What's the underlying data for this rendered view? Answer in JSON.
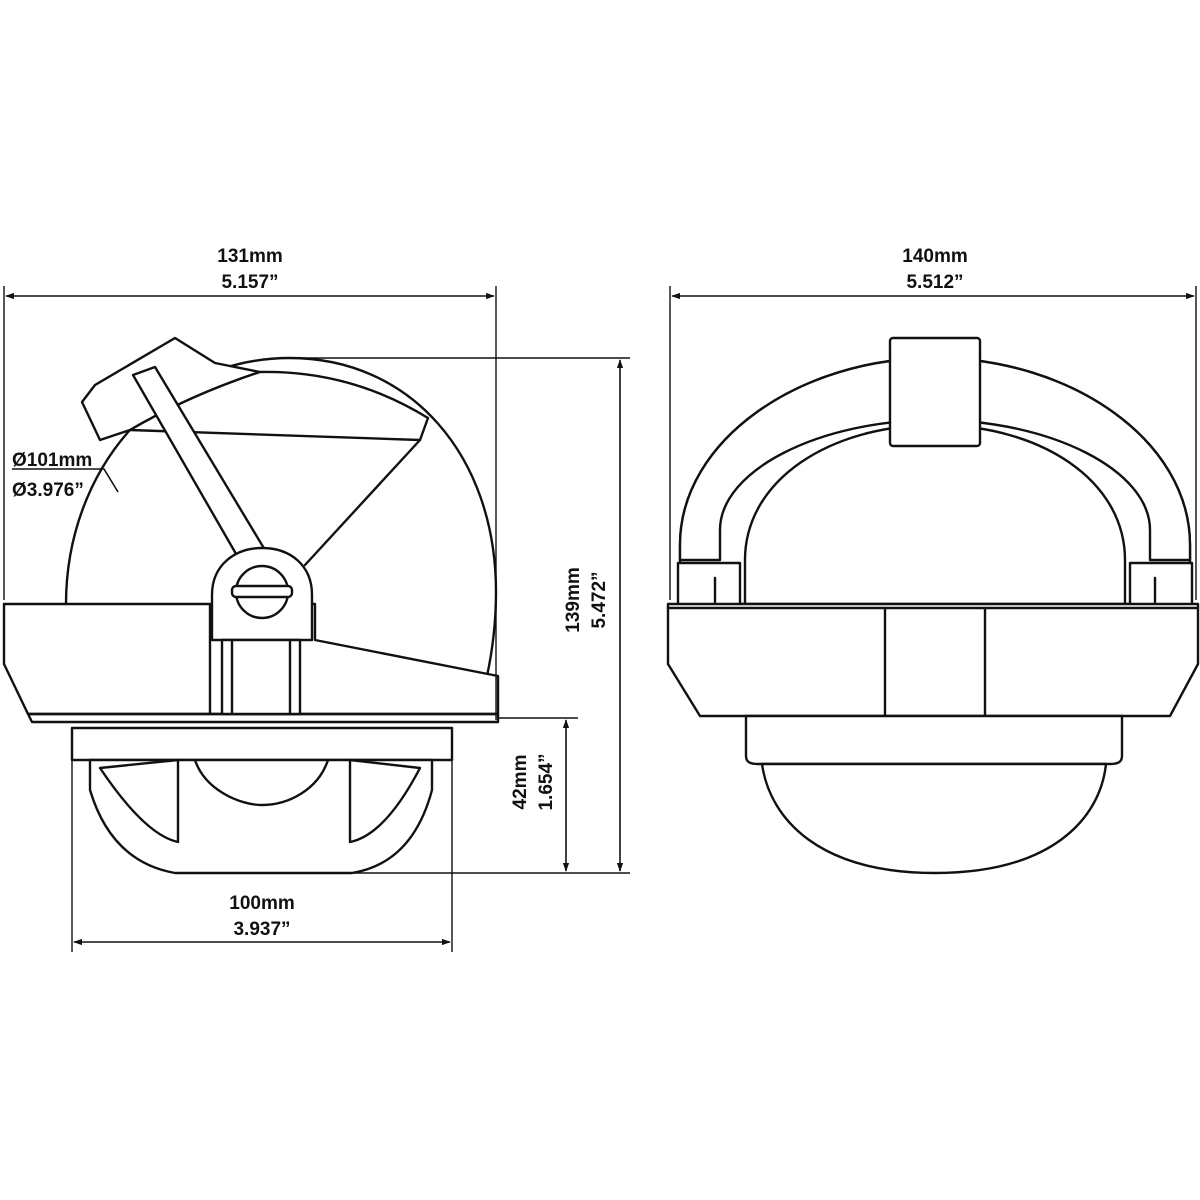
{
  "colors": {
    "ink": "#111111",
    "background": "#ffffff"
  },
  "dimensions": {
    "side_width": {
      "metric": "131mm",
      "imperial": "5.157”"
    },
    "front_width": {
      "metric": "140mm",
      "imperial": "5.512”"
    },
    "dome_diameter": {
      "metric": "Ø101mm",
      "imperial": "Ø3.976”"
    },
    "total_height": {
      "metric": "139mm",
      "imperial": "5.472”"
    },
    "below_deck_depth": {
      "metric": "42mm",
      "imperial": "1.654”"
    },
    "cutout_width": {
      "metric": "100mm",
      "imperial": "3.937”"
    }
  }
}
